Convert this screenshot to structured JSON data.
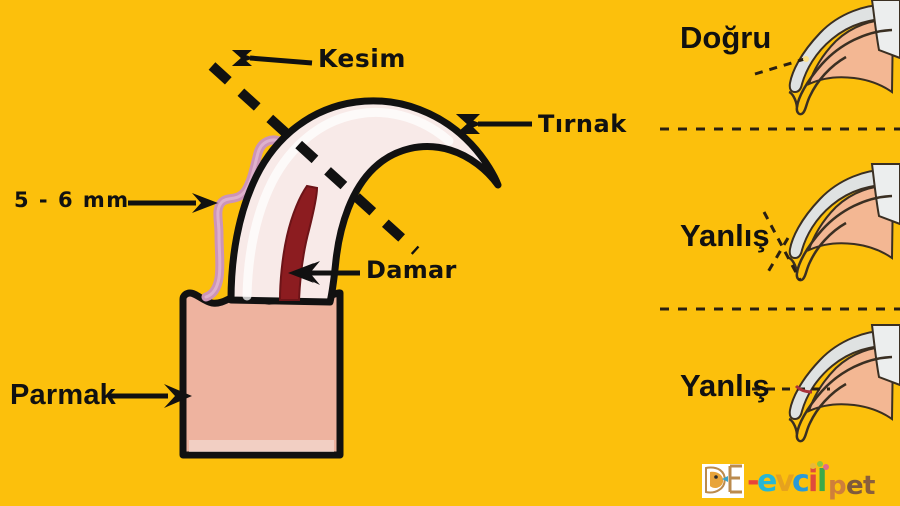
{
  "background_color": "#fcc00c",
  "diagram": {
    "title_text": "",
    "labels": {
      "cut_line": "Kesim",
      "nail": "Tırnak",
      "measure": "5 - 6  mm",
      "vein": "Damar",
      "finger": "Parmak"
    },
    "colors": {
      "background": "#fcc00c",
      "nail_fill": "#f8eae8",
      "nail_outline": "#111111",
      "vein": "#8c1c20",
      "quick_pink": "#cc94b8",
      "finger_fill": "#eeb39f",
      "claw_pink": "#f3b793",
      "claw_white": "#e8eaea",
      "text": "#111111"
    },
    "arrows": [
      {
        "name": "kesim-arrow",
        "points_to": "cut-line"
      },
      {
        "name": "tirnak-arrow",
        "points_to": "nail-tip"
      },
      {
        "name": "mm-arrow",
        "points_to": "quick-margin"
      },
      {
        "name": "damar-arrow",
        "points_to": "blood-vessel"
      },
      {
        "name": "parmak-arrow",
        "points_to": "finger"
      }
    ]
  },
  "examples": {
    "items": [
      {
        "label": "Doğru",
        "verdict": "correct",
        "cut_angle": "below-quick"
      },
      {
        "label": "Yanlış",
        "verdict": "wrong",
        "cut_angle": "too-short-vertical"
      },
      {
        "label": "Yanlış",
        "verdict": "wrong",
        "cut_angle": "through-quick-horizontal"
      }
    ],
    "separator_count": 2
  },
  "logo": {
    "text_main": "e-evcil",
    "text_accent": "pet",
    "mark": "parrot-icon",
    "colors": {
      "dash": "#e8443a",
      "e1": "#27b7d4",
      "v": "#e6a21e",
      "c": "#2a9ad6",
      "i": "#e04a3c",
      "l": "#3aa94a",
      "p": "#cf7f3a",
      "e2": "#7f5a3c",
      "t": "#8a5f3c",
      "mark_bg": "#ffffff"
    }
  }
}
